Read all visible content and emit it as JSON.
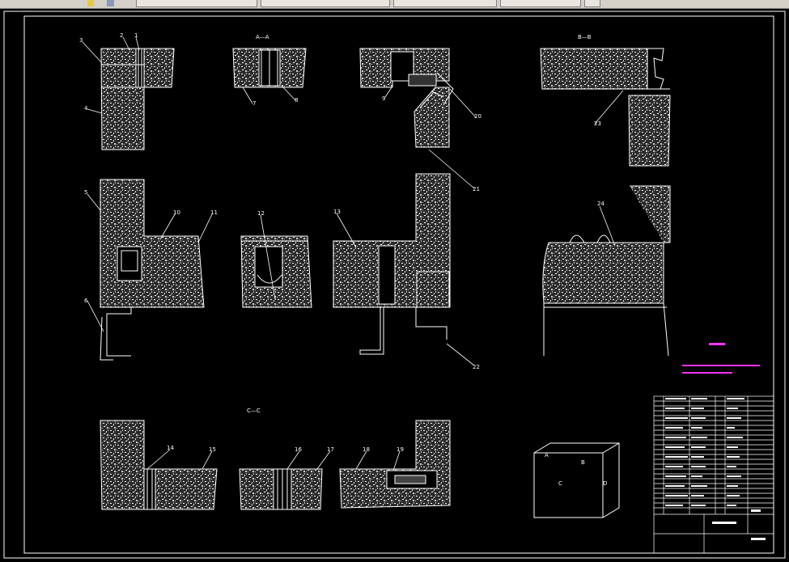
{
  "toolbar": {
    "tabs": [
      "",
      "",
      "",
      "",
      ""
    ],
    "icons": [
      "pencil-icon",
      "layers-icon"
    ]
  },
  "drawing": {
    "section_labels": {
      "aa": "A—A",
      "bb": "B—B",
      "cc": "C—C"
    },
    "callouts": [
      "1",
      "2",
      "3",
      "4",
      "5",
      "6",
      "7",
      "8",
      "9",
      "10",
      "11",
      "12",
      "13",
      "14",
      "15",
      "16",
      "17",
      "18",
      "19",
      "20",
      "21",
      "22",
      "23",
      "24"
    ],
    "box_letters": {
      "a": "A",
      "b": "B",
      "c": "C",
      "d": "D"
    },
    "notes_color": "#ff33ff",
    "line_color": "#ffffff",
    "background": "#000000"
  }
}
